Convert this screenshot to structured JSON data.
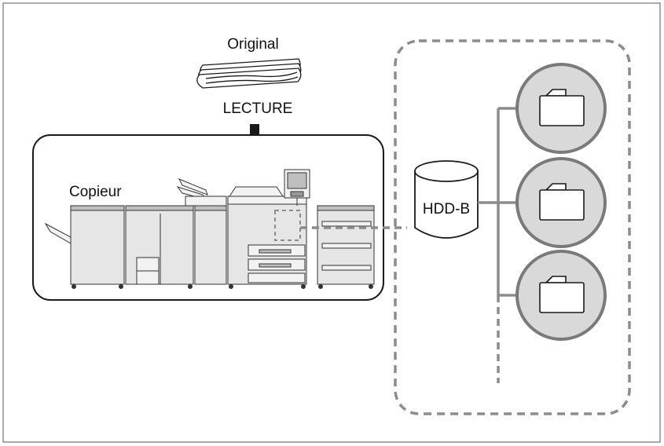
{
  "labels": {
    "original": "Original",
    "lecture": "LECTURE",
    "copier": "Copieur",
    "hdd": "HDD-B"
  },
  "colors": {
    "outline": "#1a1a1a",
    "dashed": "#8c8c8c",
    "folder_circle_fill": "#d9d9d9",
    "folder_circle_stroke": "#7a7a7a",
    "machine_fill": "#e6e6e6",
    "machine_dark": "#bfbfbf"
  },
  "icons": {
    "document": "document-stack-icon",
    "arrow": "down-arrow-icon",
    "copier": "copier-machine-icon",
    "hdd": "hard-drive-cylinder-icon",
    "folder": "folder-icon"
  }
}
